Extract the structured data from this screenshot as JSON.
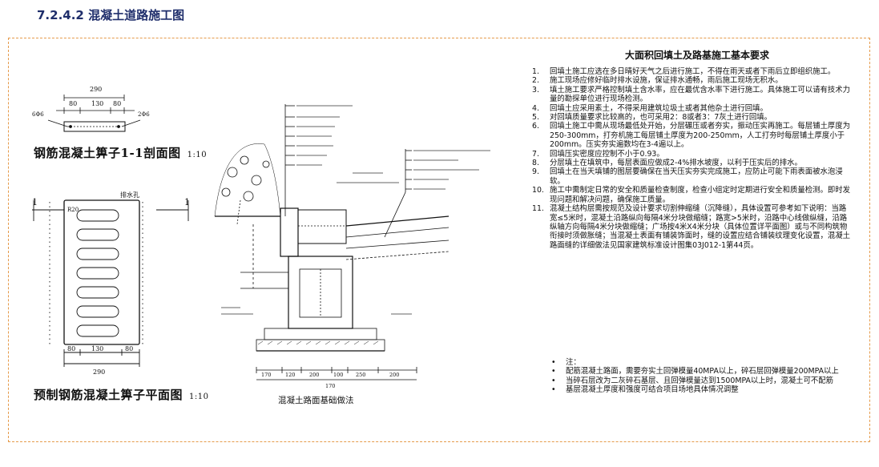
{
  "heading": "7.2.4.2 混凝土道路施工图",
  "drawing": {
    "section_caption": "钢筋混凝土箅子1-1剖面图",
    "section_scale": "1:10",
    "plan_caption": "预制钢筋混凝土箅子平面图",
    "plan_scale": "1:10",
    "road_caption": "混凝土路面基础做法",
    "dims_top": [
      "290",
      "80",
      "130",
      "80",
      "6Φ6",
      "2Φ6"
    ],
    "dims_bottom": [
      "80",
      "130",
      "80",
      "290"
    ],
    "plan_labels": [
      "R20",
      "排水孔",
      "1",
      "1"
    ],
    "road_dims": [
      "170",
      "120",
      "200",
      "100",
      "250",
      "200",
      "170"
    ]
  },
  "requirements": {
    "title": "大面积回填土及路基施工基本要求",
    "items": [
      {
        "num": "1.",
        "text": "回填土施工应选在多日晴好天气之后进行施工，不得在雨天或者下雨后立即组织施工。"
      },
      {
        "num": "2.",
        "text": "施工现场应修好临时排水设施，保证排水通畅，雨后施工现场无积水。"
      },
      {
        "num": "3.",
        "text": "填土施工要求严格控制填土含水率，应在最优含水率下进行施工。具体施工可以请有技术力量的勘探单位进行现场检测。"
      },
      {
        "num": "4.",
        "text": "回填土应采用素土，不得采用建筑垃圾土或者其他杂土进行回填。"
      },
      {
        "num": "5.",
        "text": "对回填质量要求比较高的，也可采用2：8或者3：7灰土进行回填。"
      },
      {
        "num": "6.",
        "text": "回填土施工中需从现场最低处开始，分层碾压或者夯实，振动压实再施工。每层铺土厚度为250-300mm，打夯机施工每层铺土厚度为200-250mm，人工打夯时每层铺土厚度小于200mm。压实夯实遍数均在3-4遍以上。"
      },
      {
        "num": "7.",
        "text": "回填压实密度应控制不小于0.93。"
      },
      {
        "num": "8.",
        "text": "分层填土在填筑中，每层表面应做成2-4%排水坡度，以利于压实后的排水。"
      },
      {
        "num": "9.",
        "text": "回填土在当天填铺的图层要确保在当天压实夯实完成施工，应防止可能下雨表面被水泡浸软。"
      },
      {
        "num": "10.",
        "text": "施工中需制定日常的安全和质量检查制度，检查小组定时定期进行安全和质量检测。即时发现问题和解决问题，确保施工质量。"
      },
      {
        "num": "11.",
        "text": "混凝土结构层需按规范及设计要求切割伸缩缝（沉降缝），具体设置可参考如下说明：当路宽≤5米时，混凝土沿路纵向每隔4米分块做缩缝；路宽>5米时，沿路中心线做纵缝，沿路纵轴方向每隔4米分块做缩缝；广场按4米X4米分块（具体位置详平面图）或与不同构筑物衔接时须做胀缝；当混凝土表面有铺装饰面时，缝的设置应结合铺装纹理变化设置，混凝土路面缝的详细做法见国家建筑标准设计图集03J012-1第44页。"
      }
    ]
  },
  "notes": [
    {
      "text": "注："
    },
    {
      "text": "配筋混凝土路面，需要夯实土回弹模量40MPA以上，碎石层回弹模量200MPA以上"
    },
    {
      "text": "当碎石层改为二灰碎石基层、且回弹模量达到1500MPA以上时，混凝土可不配筋"
    },
    {
      "text": "基层混凝土厚度和强度可结合项目场地具体情况调整"
    }
  ]
}
